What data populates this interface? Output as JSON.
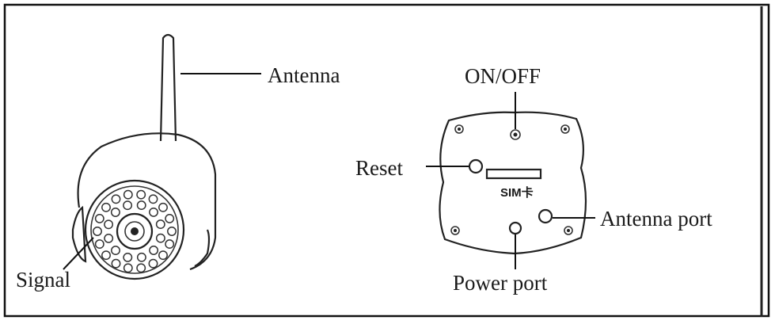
{
  "camera": {
    "labels": {
      "antenna": "Antenna",
      "signal": "Signal"
    }
  },
  "back_panel": {
    "labels": {
      "on_off": "ON/OFF",
      "reset": "Reset",
      "sim": "SIM卡",
      "antenna_port": "Antenna port",
      "power_port": "Power port"
    }
  }
}
